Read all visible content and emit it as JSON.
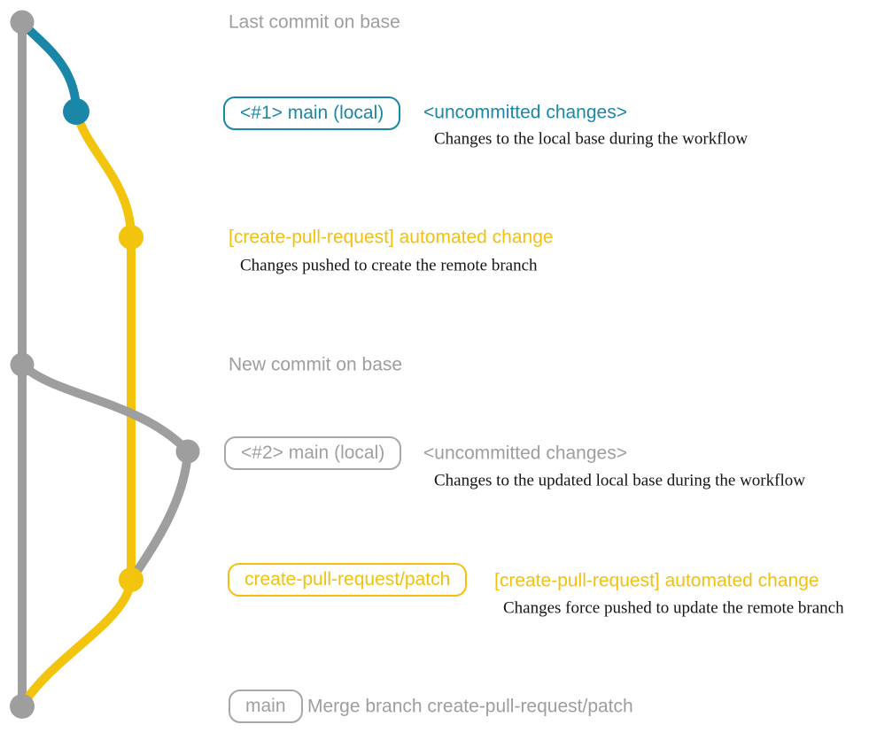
{
  "colors": {
    "base_gray": "#9e9e9e",
    "local_teal": "#1b87a8",
    "pr_yellow": "#f2c40e",
    "description_text": "#141414"
  },
  "graph": {
    "nodes": [
      {
        "id": "base-last-commit",
        "color": "gray"
      },
      {
        "id": "local-uncommitted-1",
        "color": "teal"
      },
      {
        "id": "pr-branch-commit-1",
        "color": "yellow"
      },
      {
        "id": "base-new-commit",
        "color": "gray"
      },
      {
        "id": "local-uncommitted-2",
        "color": "gray"
      },
      {
        "id": "pr-branch-commit-2",
        "color": "yellow"
      },
      {
        "id": "base-merge-commit",
        "color": "gray"
      }
    ]
  },
  "annotations": {
    "last_commit": "Last commit on base",
    "branch1_label": "<#1> main (local)",
    "uncommitted1": "<uncommitted changes>",
    "uncommitted1_desc": "Changes to the local base during the workflow",
    "automated1": "[create-pull-request] automated change",
    "automated1_desc": "Changes pushed to create the remote branch",
    "new_commit": "New commit on base",
    "branch2_label": "<#2> main (local)",
    "uncommitted2": "<uncommitted changes>",
    "uncommitted2_desc": "Changes to the updated local base during the workflow",
    "patch_branch_label": "create-pull-request/patch",
    "automated2": "[create-pull-request] automated change",
    "automated2_desc": "Changes force pushed to update the remote branch",
    "main_label": "main",
    "merge_message": "Merge branch create-pull-request/patch"
  }
}
